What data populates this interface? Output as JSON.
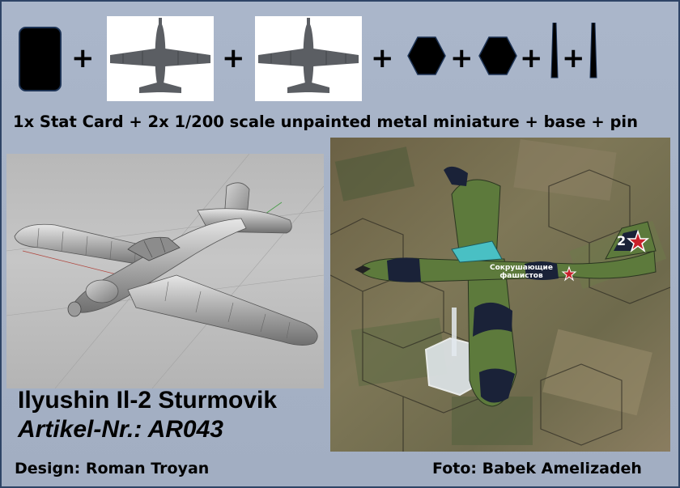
{
  "components": {
    "plus_sign": "+",
    "caption": "1x Stat Card + 2x 1/200 scale unpainted metal miniature + base + pin"
  },
  "product": {
    "name": "Ilyushin Il-2 Sturmovik",
    "article_number": "Artikel-Nr.: AR043"
  },
  "credits": {
    "design": "Design: Roman Troyan",
    "photo": "Foto: Babek Amelizadeh"
  },
  "photo": {
    "fuselage_slogan": "Сокрушающие фашистов",
    "tail_number": "2"
  },
  "colors": {
    "border": "#2e4466",
    "background": "#a6b2c6",
    "camo_green": "#5d7a3c",
    "camo_black": "#1a2238",
    "star_red": "#c8202a"
  },
  "icons": [
    "stat-card-icon",
    "plane-top-view-icon",
    "hex-base-icon",
    "pin-icon"
  ]
}
